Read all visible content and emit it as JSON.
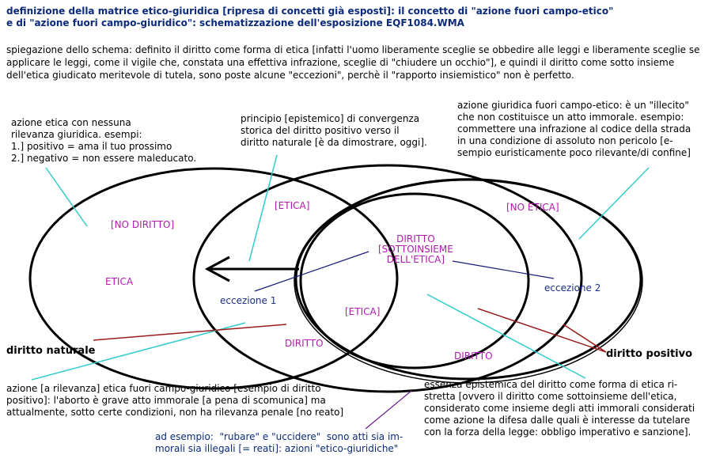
{
  "header": {
    "title_line1": "definizione della matrice etico-giuridica [ripresa di concetti già esposti]: il concetto di \"azione fuori campo-etico\"",
    "title_line2": "e di \"azione fuori campo-giuridico\": schematizzazione dell'esposizione EQF1084.WMA"
  },
  "intro": "spiegazione dello schema: definito il diritto come forma di etica [infatti l'uomo liberamente sceglie se obbedire alle leggi e liberamente sceglie se applicare le leggi, come il vigile che, constata una effettiva infrazione, sceglie di \"chiudere un occhio\"], e quindi il diritto come sotto insieme dell'etica giudicato meritevole di tutela, sono poste alcune \"eccezioni\", perchè il \"rapporto insiemistico\" non è perfetto.",
  "notes": {
    "azione_etica": "azione etica con nessuna\nrilevanza giuridica. esempi:\n1.] positivo = ama il tuo prossimo\n2.] negativo = non essere maleducato.",
    "principio": "principio [epistemico] di convergenza\nstorica del diritto positivo verso il\ndiritto naturale [è da dimostrare, oggi].",
    "azione_giuridica": "azione giuridica fuori campo-etico: è un \"illecito\"\nche non costituisce un atto immorale. esempio:\ncommettere una infrazione al codice della strada\nin una condizione di assoluto non pericolo [e-\nsempio euristicamente poco rilevante/di confine]",
    "azione_rilevanza": "azione [a rilevanza] etica fuori campo-giuridico [esempio di diritto\npositivo]: l'aborto è grave atto immorale [a pena di scomunica] ma\nattualmente, sotto certe condizioni, non ha rilevanza penale [no reato]",
    "essenza": "essenza epistemica del diritto come forma di etica ri-\nstretta [ovvero il diritto come sottoinsieme dell'etica,\nconsiderato come insieme degli atti immorali considerati\ncome azione la difesa dalle quali è interesse da tutelare\ncon la forza della legge: obbligo imperativo e sanzione].",
    "ad_esempio": "ad esempio:  \"rubare\" e \"uccidere\"  sono atti sia im-\nmorali sia illegali [= reati]: azioni \"etico-giuridiche\""
  },
  "labels": {
    "no_diritto": "[NO DIRITTO]",
    "etica_left": "ETICA",
    "etica_top": "[ETICA]",
    "no_etica": "[NO ETICA]",
    "diritto_sottoinsieme": "DIRITTO\n[SOTTOINSIEME\nDELL'ETICA]",
    "etica_center": "[ETICA]",
    "diritto_left": "DIRITTO",
    "diritto_bottom": "DIRITTO",
    "eccezione1": "eccezione 1",
    "eccezione2": "eccezione 2",
    "diritto_naturale": "diritto naturale",
    "diritto_positivo": "diritto positivo"
  },
  "colors": {
    "title": "#0b2a7a",
    "label": "#b01bb0",
    "cyan_line": "#33cccc",
    "dark_red_line": "#9b1b1b",
    "navy_line": "#1a1a7a",
    "purple_line": "#6a1b8a"
  }
}
